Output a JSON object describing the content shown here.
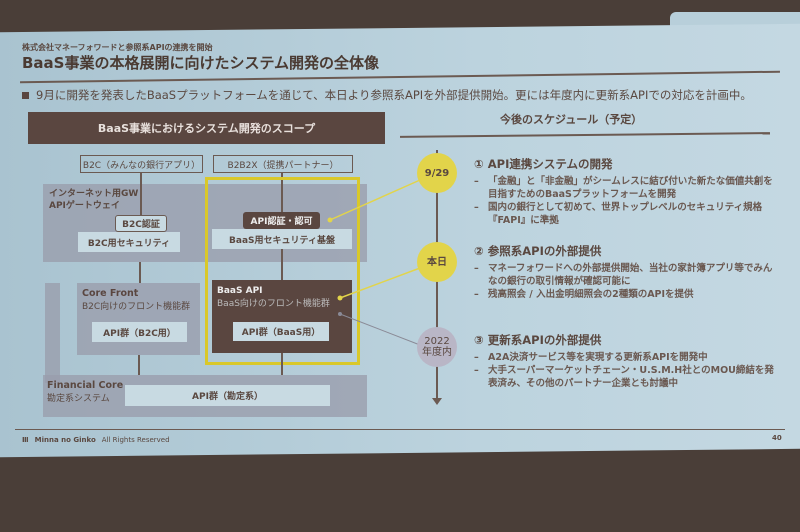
{
  "header": {
    "subtitle": "株式会社マネーフォワードと参照系APIの連携を開始",
    "title": "BaaS事業の本格展開に向けたシステム開発の全体像",
    "lead": "9月に開発を発表したBaaSプラットフォームを通じて、本日より参照系APIを外部提供開始。更には年度内に更新系APIでの対応を計画中。"
  },
  "scope": {
    "heading": "BaaS事業におけるシステム開発のスコープ",
    "b2c": "B2C（みんなの銀行アプリ）",
    "b2b2x": "B2B2X（提携パートナー）",
    "gw_label_1": "インターネット用GW",
    "gw_label_2": "APIゲートウェイ",
    "b2c_auth": "B2C認証",
    "b2c_security": "B2C用セキュリティ",
    "api_auth": "API認証・認可",
    "baas_security": "BaaS用セキュリティ基盤",
    "core_front": "Core Front",
    "core_front_sub": "B2C向けのフロント機能群",
    "api_b2c": "API群（B2C用）",
    "baas_api": "BaaS API",
    "baas_api_sub": "BaaS向けのフロント機能群",
    "api_baas": "API群（BaaS用）",
    "financial_core": "Financial Core",
    "financial_core_sub": "勘定系システム",
    "api_core": "API群（勘定系）"
  },
  "schedule": {
    "heading": "今後のスケジュール（予定）",
    "items": [
      {
        "date": "9/29",
        "title": "① API連携システムの開発",
        "bullets": [
          "「金融」と「非金融」がシームレスに結び付いた新たな価値共創を目指すためのBaaSプラットフォームを開発",
          "国内の銀行として初めて、世界トップレベルのセキュリティ規格『FAPI』に準拠"
        ]
      },
      {
        "date": "本日",
        "title": "② 参照系APIの外部提供",
        "bullets": [
          "マネーフォワードへの外部提供開始、当社の家計簿アプリ等でみんなの銀行の取引情報が確認可能に",
          "残高照会 / 入出金明細照会の2種類のAPIを提供"
        ]
      },
      {
        "date_1": "2022",
        "date_2": "年度内",
        "title": "③ 更新系APIの外部提供",
        "bullets": [
          "A2A決済サービス等を実現する更新系APIを開発中",
          "大手スーパーマーケットチェーン・U.S.M.H社とのMOU締結を発表済み、その他のパートナー企業とも討議中"
        ]
      }
    ]
  },
  "footer": {
    "brand": "Minna no Ginko",
    "rights": "All Rights Reserved",
    "page": "40"
  },
  "colors": {
    "brown": "#5a4640",
    "yellow": "#e2d44a",
    "highlight_frame": "#d9c82a",
    "timeline_gray": "#b9b6c6"
  }
}
